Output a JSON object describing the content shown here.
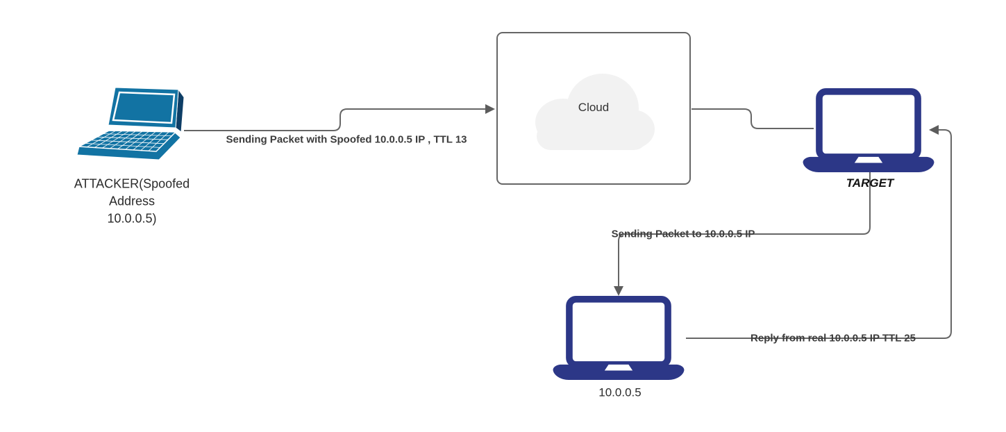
{
  "diagram": {
    "type": "network-attack-flow",
    "colors": {
      "canvas_bg": "#ffffff",
      "edge_stroke": "#666666",
      "edge_label_text": "#3c3c3c",
      "node_label_text": "#2b2b2b",
      "attacker_laptop_fill": "#1273a3",
      "attacker_laptop_shade": "#0e3e66",
      "laptop_navy_fill": "#2c3787",
      "cloud_fill": "#f2f2f2",
      "cloud_border": "#666666"
    },
    "nodes": {
      "attacker": {
        "icon": "laptop-perspective-icon",
        "label": "ATTACKER(Spoofed\nAddress\n10.0.0.5)"
      },
      "cloud": {
        "icon": "cloud-icon",
        "label": "Cloud"
      },
      "target": {
        "icon": "laptop-icon",
        "label": "TARGET"
      },
      "real_host": {
        "icon": "laptop-icon",
        "label": "10.0.0.5"
      }
    },
    "edges": [
      {
        "id": "attacker-to-cloud",
        "from": "attacker",
        "to": "cloud",
        "label": "Sending Packet with Spoofed 10.0.0.5 IP , TTL 13"
      },
      {
        "id": "cloud-to-target",
        "from": "cloud",
        "to": "target",
        "label": ""
      },
      {
        "id": "target-to-real-host",
        "from": "target",
        "to": "real_host",
        "label": "Sending Packet to 10.0.0.5 IP"
      },
      {
        "id": "real-host-to-target",
        "from": "real_host",
        "to": "target",
        "label": "Reply from real 10.0.0.5 IP TTL 25"
      }
    ]
  }
}
